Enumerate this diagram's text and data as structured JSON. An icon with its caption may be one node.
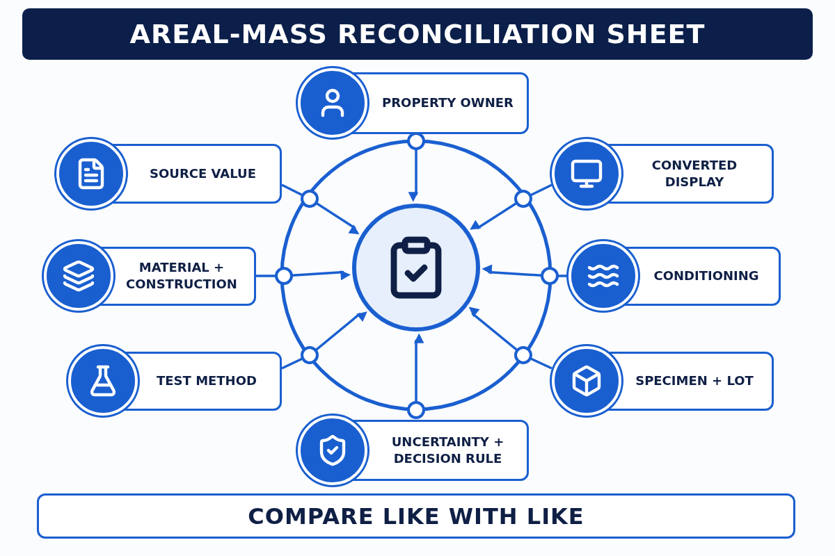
{
  "diagram": {
    "title": "AREAL-MASS RECONCILIATION SHEET",
    "nodes": [
      {
        "text": [
          "PROPERTY OWNER"
        ]
      },
      {
        "text": [
          "SOURCE VALUE"
        ]
      },
      {
        "text": [
          "CONVERTED DISPLAY"
        ]
      },
      {
        "text": [
          "MATERIAL + CONSTRUCTION"
        ]
      },
      {
        "text": [
          "CONDITIONING"
        ]
      },
      {
        "text": [
          "TEST METHOD"
        ]
      },
      {
        "text": [
          "SPECIMEN + LOT"
        ]
      },
      {
        "text": [
          "UNCERTAINTY + DECISION RULE"
        ]
      },
      {
        "text": [],
        "shape": "circle"
      },
      {
        "text": [
          "COMPARE LIKE WITH LIKE"
        ]
      }
    ],
    "edges": [
      {
        "from": 0,
        "to": 8,
        "arrow": "to"
      },
      {
        "from": 1,
        "to": 8,
        "arrow": "to"
      },
      {
        "from": 2,
        "to": 8,
        "arrow": "to"
      },
      {
        "from": 3,
        "to": 8,
        "arrow": "to"
      },
      {
        "from": 4,
        "to": 8,
        "arrow": "to"
      },
      {
        "from": 5,
        "to": 8,
        "arrow": "to"
      },
      {
        "from": 6,
        "to": 8,
        "arrow": "to"
      },
      {
        "from": 7,
        "to": 8,
        "arrow": "to"
      }
    ]
  }
}
